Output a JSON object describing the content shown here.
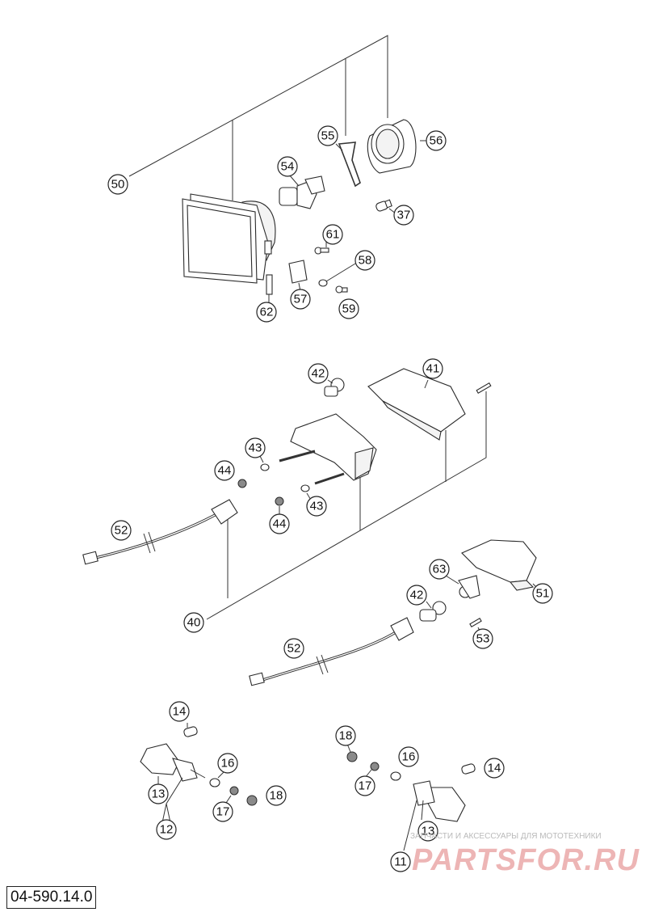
{
  "drawing_number": "04-590.14.0",
  "watermark": {
    "subtitle": "ЗАПЧАСТИ И АКСЕССУАРЫ ДЛЯ МОТОТЕХНИКИ",
    "logo": "PARTSFOR.RU"
  },
  "callouts": [
    {
      "id": "c50",
      "label": "50"
    },
    {
      "id": "c55",
      "label": "55"
    },
    {
      "id": "c56",
      "label": "56"
    },
    {
      "id": "c54",
      "label": "54"
    },
    {
      "id": "c37",
      "label": "37"
    },
    {
      "id": "c61",
      "label": "61"
    },
    {
      "id": "c58",
      "label": "58"
    },
    {
      "id": "c57",
      "label": "57"
    },
    {
      "id": "c62",
      "label": "62"
    },
    {
      "id": "c59",
      "label": "59"
    },
    {
      "id": "c42a",
      "label": "42"
    },
    {
      "id": "c41",
      "label": "41"
    },
    {
      "id": "c43a",
      "label": "43"
    },
    {
      "id": "c44a",
      "label": "44"
    },
    {
      "id": "c43b",
      "label": "43"
    },
    {
      "id": "c44b",
      "label": "44"
    },
    {
      "id": "c52a",
      "label": "52"
    },
    {
      "id": "c63",
      "label": "63"
    },
    {
      "id": "c51",
      "label": "51"
    },
    {
      "id": "c42b",
      "label": "42"
    },
    {
      "id": "c53",
      "label": "53"
    },
    {
      "id": "c40",
      "label": "40"
    },
    {
      "id": "c52b",
      "label": "52"
    },
    {
      "id": "c14a",
      "label": "14"
    },
    {
      "id": "c16a",
      "label": "16"
    },
    {
      "id": "c13a",
      "label": "13"
    },
    {
      "id": "c17a",
      "label": "17"
    },
    {
      "id": "c18a",
      "label": "18"
    },
    {
      "id": "c12",
      "label": "12"
    },
    {
      "id": "c18b",
      "label": "18"
    },
    {
      "id": "c16b",
      "label": "16"
    },
    {
      "id": "c14b",
      "label": "14"
    },
    {
      "id": "c17b",
      "label": "17"
    },
    {
      "id": "c13b",
      "label": "13"
    },
    {
      "id": "c11",
      "label": "11"
    }
  ]
}
